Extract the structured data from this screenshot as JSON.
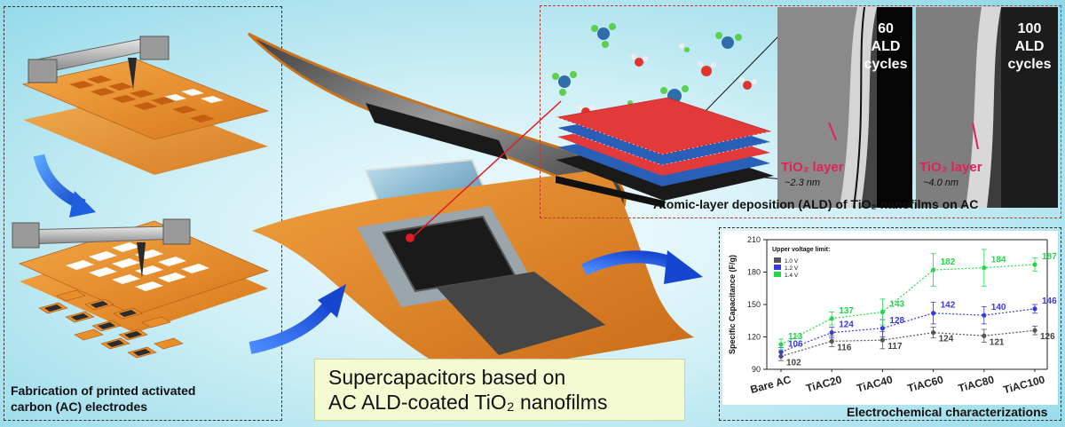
{
  "fabrication": {
    "caption_line1": "Fabrication of printed activated",
    "caption_line2": "carbon (AC) electrodes"
  },
  "ald": {
    "caption": "Atomic-layer deposition (ALD) of TiO₂ nanofilms on AC",
    "tem_60": {
      "count": "60",
      "line2": "ALD",
      "line3": "cycles",
      "layer_label": "TiO₂ layer",
      "thickness": "~2.3 nm"
    },
    "tem_100": {
      "count": "100",
      "line2": "ALD",
      "line3": "cycles",
      "layer_label": "TiO₂ layer",
      "thickness": "~4.0 nm"
    }
  },
  "center": {
    "title_line1": "Supercapacitors based on",
    "title_line2": "AC ALD-coated TiO₂ nanofilms"
  },
  "electrochem": {
    "caption": "Electrochemical characterizations"
  },
  "colors": {
    "orange": "#e88f2a",
    "blue_arrow": "#1e6fe0",
    "series_1v": "#555555",
    "series_12v": "#3a3adc",
    "series_14v": "#22d84a",
    "tio_label": "#e0215a"
  },
  "chart_data": {
    "type": "line",
    "ylabel": "Specific Capacitance (F/g)",
    "xlabel": "",
    "ylim": [
      90,
      210
    ],
    "yticks": [
      90,
      120,
      150,
      180,
      210
    ],
    "categories": [
      "Bare AC",
      "TiAC20",
      "TiAC40",
      "TiAC60",
      "TiAC80",
      "TiAC100"
    ],
    "legend_title": "Upper voltage limit:",
    "legend_position": "top-left",
    "series": [
      {
        "name": "1.0 V",
        "values": [
          102,
          116,
          117,
          124,
          121,
          126
        ],
        "labels": [
          "102",
          "116",
          "117",
          "124",
          "121",
          "126"
        ],
        "err": [
          4,
          5,
          8,
          5,
          6,
          4
        ]
      },
      {
        "name": "1.2 V",
        "values": [
          106,
          124,
          128,
          142,
          140,
          146
        ],
        "labels": [
          "106",
          "124",
          "128",
          "142",
          "140",
          "146"
        ],
        "err": [
          4,
          5,
          8,
          10,
          8,
          4
        ]
      },
      {
        "name": "1.4 V",
        "values": [
          113,
          137,
          143,
          182,
          184,
          187
        ],
        "labels": [
          "113",
          "137",
          "143",
          "182",
          "184",
          "187"
        ],
        "err": [
          5,
          6,
          12,
          15,
          17,
          6
        ]
      }
    ]
  }
}
